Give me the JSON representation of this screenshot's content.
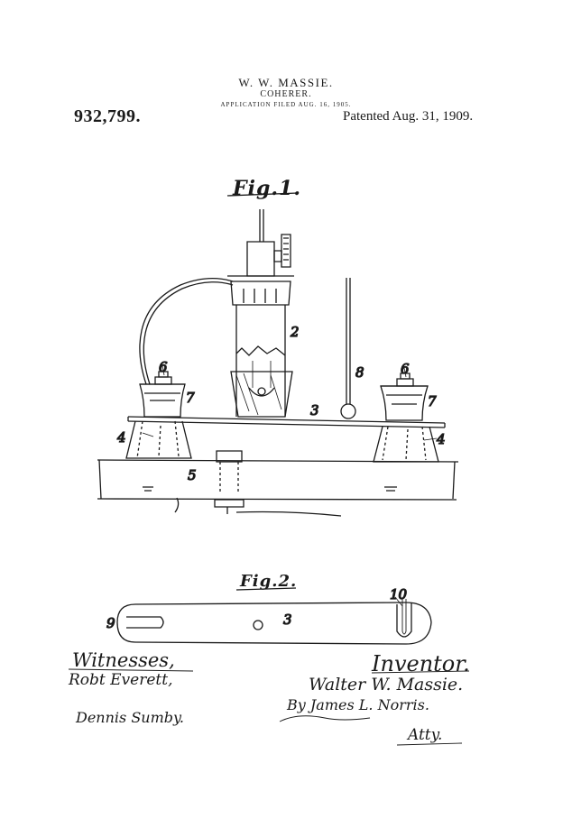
{
  "header": {
    "inventor_name": "W. W. MASSIE.",
    "title": "COHERER.",
    "filed": "APPLICATION FILED AUG. 16, 1905.",
    "patent_number": "932,799.",
    "patented": "Patented Aug. 31, 1909."
  },
  "figures": {
    "fig1_label": "Fig.1.",
    "fig2_label": "Fig.2."
  },
  "reference_numerals": {
    "n2": "2",
    "n3": "3",
    "n4": "4",
    "n5": "5",
    "n6": "6",
    "n7": "7",
    "n8": "8",
    "n9": "9",
    "n10": "10"
  },
  "signatures": {
    "witnesses_label": "Witnesses,",
    "witness_1": "Robt Everett,",
    "witness_2": "Dennis Sumby.",
    "inventor_label": "Inventor.",
    "inventor_name": "Walter W. Massie.",
    "by_line": "By James L. Norris.",
    "atty": "Atty."
  }
}
